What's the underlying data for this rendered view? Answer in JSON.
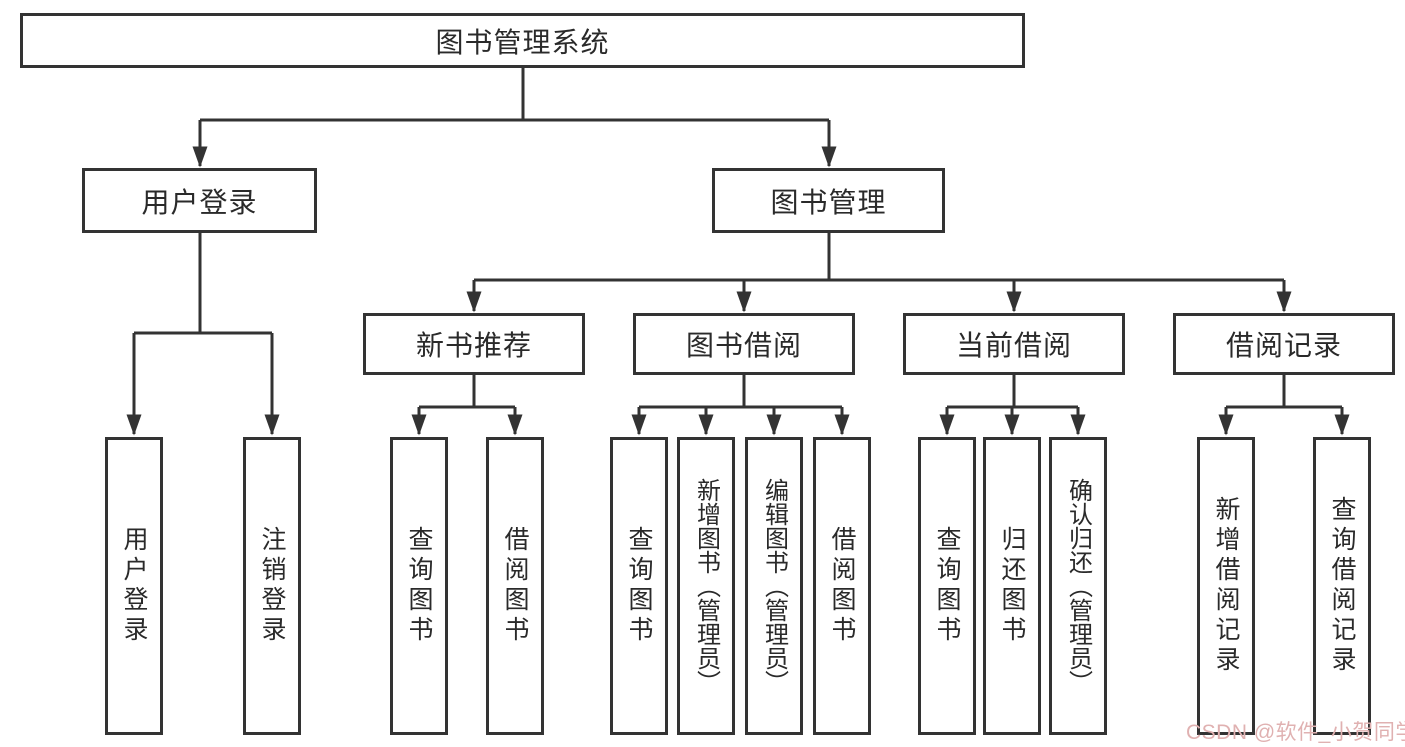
{
  "diagram": {
    "title": "图书管理系统",
    "nodes": {
      "root": "图书管理系统",
      "level2": [
        "用户登录",
        "图书管理"
      ],
      "level3": [
        "新书推荐",
        "图书借阅",
        "当前借阅",
        "借阅记录"
      ],
      "leaves_login": [
        "用户登录",
        "注销登录"
      ],
      "leaves_newbook": [
        "查询图书",
        "借阅图书"
      ],
      "leaves_borrow": [
        "查询图书",
        "新增图书（管理员）",
        "编辑图书（管理员）",
        "借阅图书"
      ],
      "leaves_current": [
        "查询图书",
        "归还图书",
        "确认归还（管理员）"
      ],
      "leaves_records": [
        "新增借阅记录",
        "查询借阅记录"
      ]
    },
    "colors": {
      "line": "#333333",
      "background": "#ffffff",
      "text": "#2a2a2a"
    }
  },
  "watermark": {
    "text": "CSDN @软件_小贺同学",
    "color": "#e0b1b1"
  }
}
